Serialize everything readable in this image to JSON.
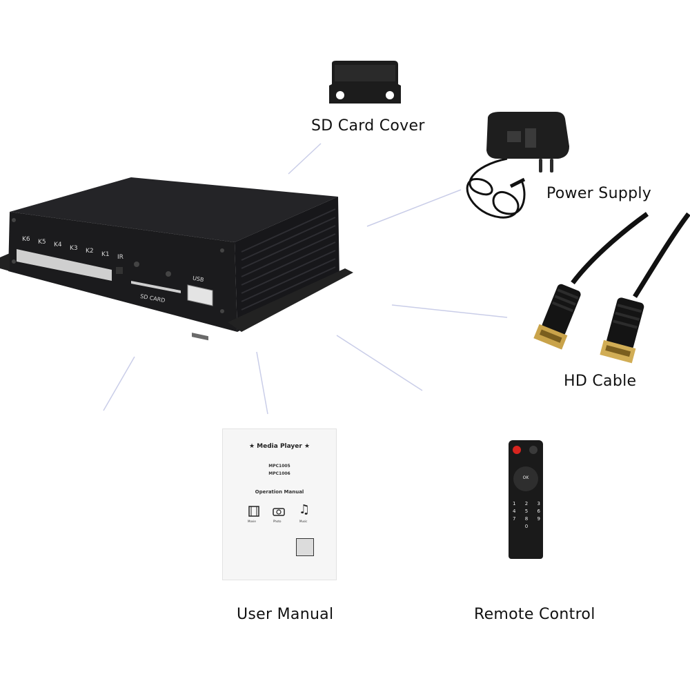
{
  "captions": {
    "sd_card_cover": "SD Card Cover",
    "power_supply": "Power Supply",
    "hd_cable": "HD Cable",
    "user_manual": "User Manual",
    "remote_control": "Remote Control"
  },
  "device": {
    "key_labels": [
      "K6",
      "K5",
      "K4",
      "K3",
      "K2",
      "K1",
      "IR"
    ],
    "sd_label": "SD CARD",
    "usb_label": "USB"
  },
  "manual": {
    "title": "★ Media Player ★",
    "model_1": "MPC1005",
    "model_2": "MPC1006",
    "subtitle": "Operation Manual",
    "icon_labels": [
      "Movie",
      "Photo",
      "Music"
    ]
  },
  "remote": {
    "ok_label": "OK",
    "digits": [
      "1",
      "2",
      "3",
      "4",
      "5",
      "6",
      "7",
      "8",
      "9",
      "0"
    ]
  },
  "colors": {
    "device_body": "#1b1b1d",
    "connector_gold": "#c9a34a",
    "remote_power": "#d8251f"
  }
}
